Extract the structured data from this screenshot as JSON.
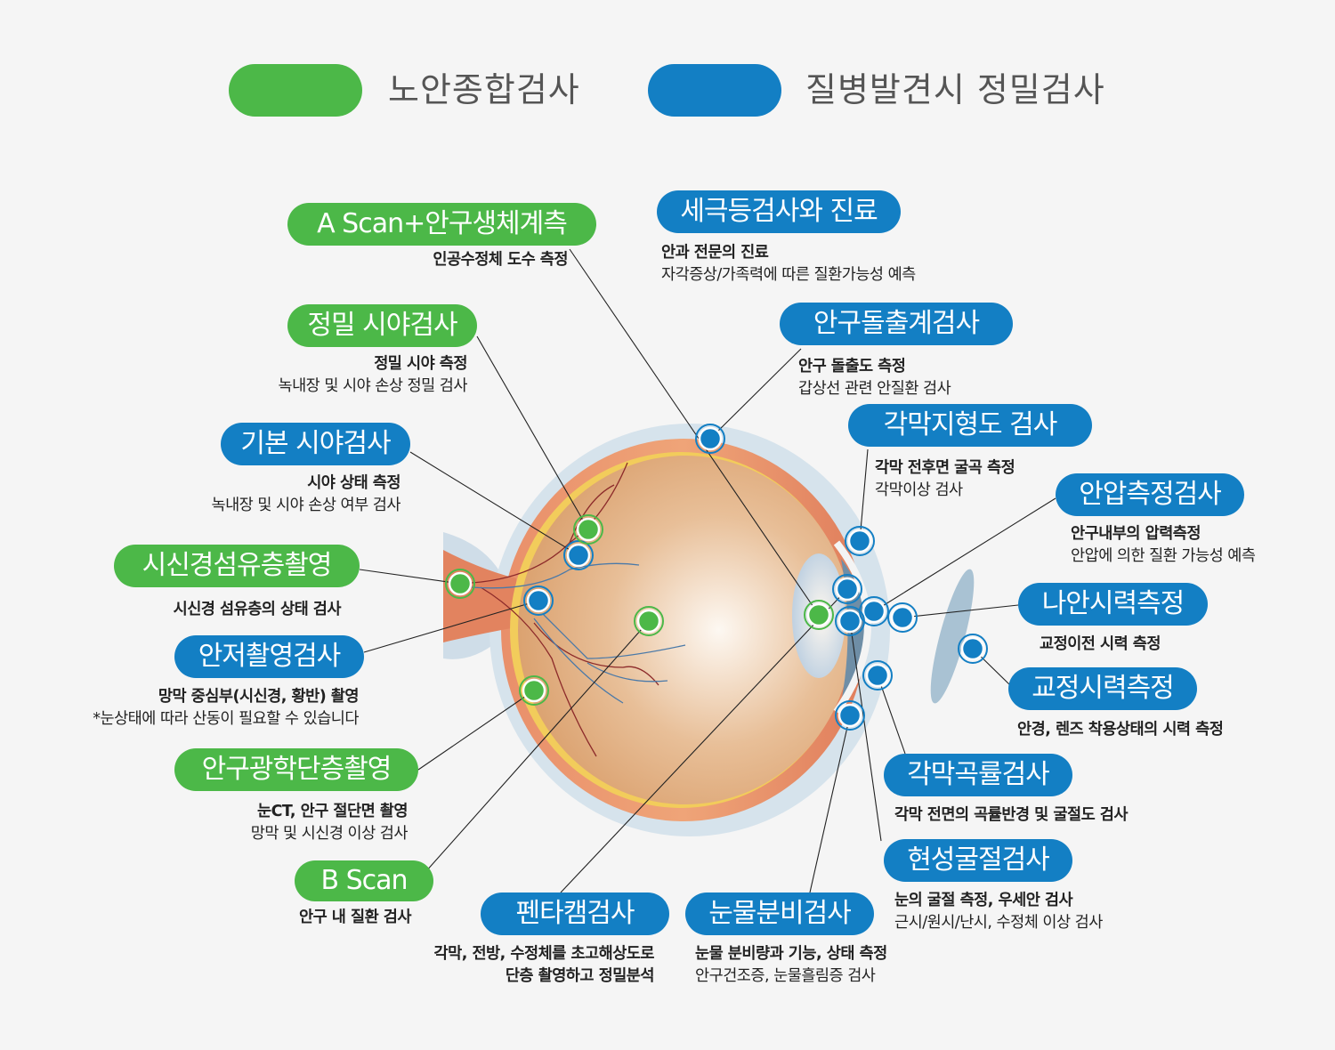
{
  "legend": [
    {
      "label": "노안종합검사",
      "color": "#4cb848"
    },
    {
      "label": "질병발견시 정밀검사",
      "color": "#137fc4"
    }
  ],
  "tests": {
    "ascan": {
      "title": "A Scan+안구생체계측",
      "lines": [
        "인공수정체 도수 측정"
      ],
      "category": "노안종합검사"
    },
    "slitlamp": {
      "title": "세극등검사와 진료",
      "lines": [
        "안과 전문의 진료",
        "자각증상/가족력에 따른 질환가능성 예측"
      ],
      "category": "질병발견시 정밀검사"
    },
    "precise_field": {
      "title": "정밀 시야검사",
      "lines": [
        "정밀 시야 측정",
        "녹내장 및 시야 손상 정밀 검사"
      ],
      "category": "노안종합검사"
    },
    "exophthalmometer": {
      "title": "안구돌출계검사",
      "lines": [
        "안구 돌출도 측정",
        "갑상선 관련 안질환 검사"
      ],
      "category": "질병발견시 정밀검사"
    },
    "topography": {
      "title": "각막지형도 검사",
      "lines": [
        "각막 전후면 굴곡 측정",
        "각막이상 검사"
      ],
      "category": "질병발견시 정밀검사"
    },
    "basic_field": {
      "title": "기본 시야검사",
      "lines": [
        "시야 상태 측정",
        "녹내장 및 시야 손상 여부 검사"
      ],
      "category": "질병발견시 정밀검사"
    },
    "iop": {
      "title": "안압측정검사",
      "lines": [
        "안구내부의 압력측정",
        "안압에 의한 질환 가능성 예측"
      ],
      "category": "질병발견시 정밀검사"
    },
    "rnfl": {
      "title": "시신경섬유층촬영",
      "lines": [
        "시신경 섬유층의 상태 검사"
      ],
      "category": "노안종합검사"
    },
    "uncorrected": {
      "title": "나안시력측정",
      "lines": [
        "교정이전 시력 측정"
      ],
      "category": "질병발견시 정밀검사"
    },
    "fundus": {
      "title": "안저촬영검사",
      "lines": [
        "망막 중심부(시신경, 황반) 촬영",
        "*눈상태에 따라 산동이 필요할 수 있습니다"
      ],
      "category": "질병발견시 정밀검사"
    },
    "corrected": {
      "title": "교정시력측정",
      "lines": [
        "안경, 렌즈 착용상태의 시력 측정"
      ],
      "category": "질병발견시 정밀검사"
    },
    "oct": {
      "title": "안구광학단층촬영",
      "lines": [
        "눈CT, 안구 절단면 촬영",
        "망막 및 시신경 이상 검사"
      ],
      "category": "노안종합검사"
    },
    "keratometry": {
      "title": "각막곡률검사",
      "lines": [
        "각막 전면의 곡률반경 및 굴절도 검사"
      ],
      "category": "질병발견시 정밀검사"
    },
    "refraction": {
      "title": "현성굴절검사",
      "lines": [
        "눈의 굴절 측정, 우세안 검사",
        "근시/원시/난시, 수정체 이상 검사"
      ],
      "category": "질병발견시 정밀검사"
    },
    "bscan": {
      "title": "B Scan",
      "lines": [
        "안구 내 질환 검사"
      ],
      "category": "노안종합검사"
    },
    "pentacam": {
      "title": "펜타캠검사",
      "lines": [
        "각막, 전방, 수정체를 초고해상도로",
        "단층 촬영하고 정밀분석"
      ],
      "category": "질병발견시 정밀검사"
    },
    "tear": {
      "title": "눈물분비검사",
      "lines": [
        "눈물 분비량과 기능, 상태 측정",
        "안구건조증, 눈물흘림증 검사"
      ],
      "category": "질병발견시 정밀검사"
    }
  }
}
